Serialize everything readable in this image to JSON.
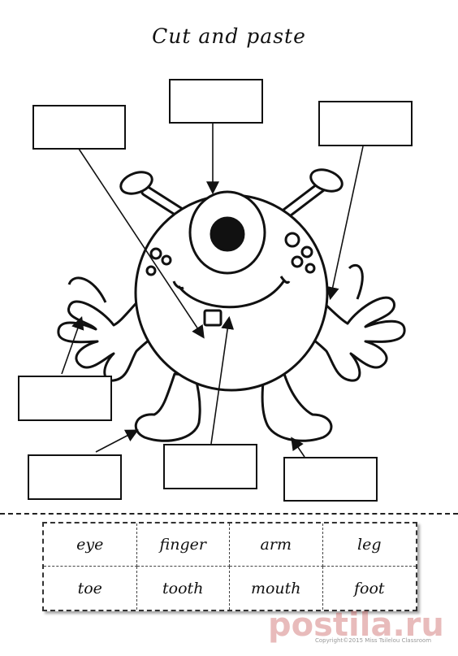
{
  "title": "Cut and paste",
  "label_boxes": [
    {
      "name": "label-box-top-left"
    },
    {
      "name": "label-box-top-center"
    },
    {
      "name": "label-box-top-right"
    },
    {
      "name": "label-box-middle-left"
    },
    {
      "name": "label-box-bottom-left"
    },
    {
      "name": "label-box-bottom-center"
    },
    {
      "name": "label-box-bottom-right"
    }
  ],
  "word_bank": {
    "row1": [
      "eye",
      "finger",
      "arm",
      "leg"
    ],
    "row2": [
      "toe",
      "tooth",
      "mouth",
      "foot"
    ]
  },
  "copyright": "Copyright©2015 Miss Tsilelou Classroom",
  "watermark": "postila.ru"
}
